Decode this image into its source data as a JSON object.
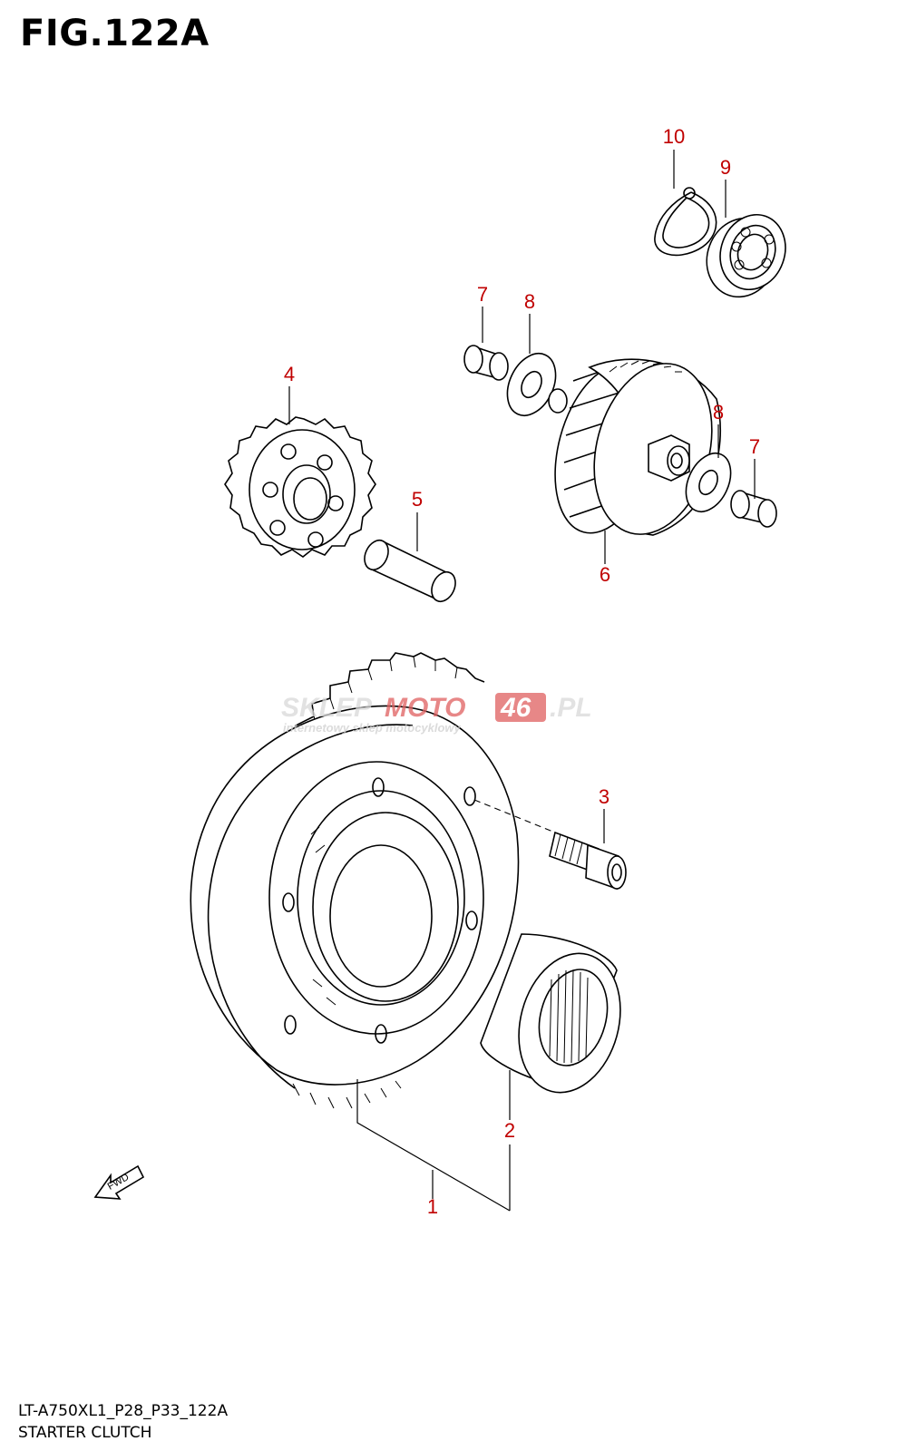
{
  "figure": {
    "title": "FIG.122A"
  },
  "footer": {
    "code": "LT-A750XL1_P28_P33_122A",
    "title": "STARTER CLUTCH"
  },
  "watermark": {
    "brand_left": "SKLEP",
    "brand_mid": "MOTO",
    "brand_num": "46",
    "brand_tld": ".PL",
    "tagline": "internetowy sklep motocyklowy"
  },
  "callouts": [
    "1",
    "2",
    "3",
    "4",
    "5",
    "6",
    "7",
    "8",
    "7",
    "8",
    "9",
    "10"
  ],
  "fwd_label": "FWD",
  "colors": {
    "callout": "#c00000",
    "line": "#000000",
    "watermark": "#e06060"
  }
}
